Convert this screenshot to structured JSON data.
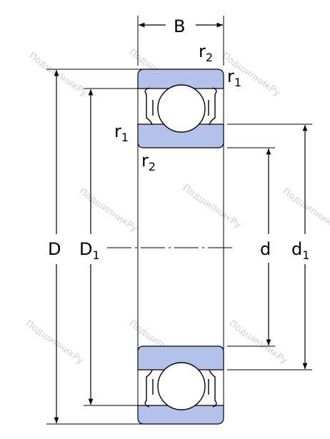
{
  "labels": {
    "width": "B",
    "outer_diameter": "D",
    "outer_ring_shoulder_diameter": "D",
    "outer_ring_shoulder_subscript": "1",
    "bore_diameter": "d",
    "inner_ring_shoulder_diameter": "d",
    "inner_ring_shoulder_subscript": "1",
    "chamfer_r1_top": "r",
    "chamfer_r1_top_subscript": "1",
    "chamfer_r1_left": "r",
    "chamfer_r1_left_subscript": "1",
    "chamfer_r2_top": "r",
    "chamfer_r2_top_subscript": "2",
    "chamfer_r2_left": "r",
    "chamfer_r2_left_subscript": "2"
  },
  "watermark": {
    "text": "ПодшипникРу"
  },
  "colors": {
    "ring_fill": "#b4c2ea",
    "outline": "#000000",
    "watermark": "#c8c8c8"
  }
}
